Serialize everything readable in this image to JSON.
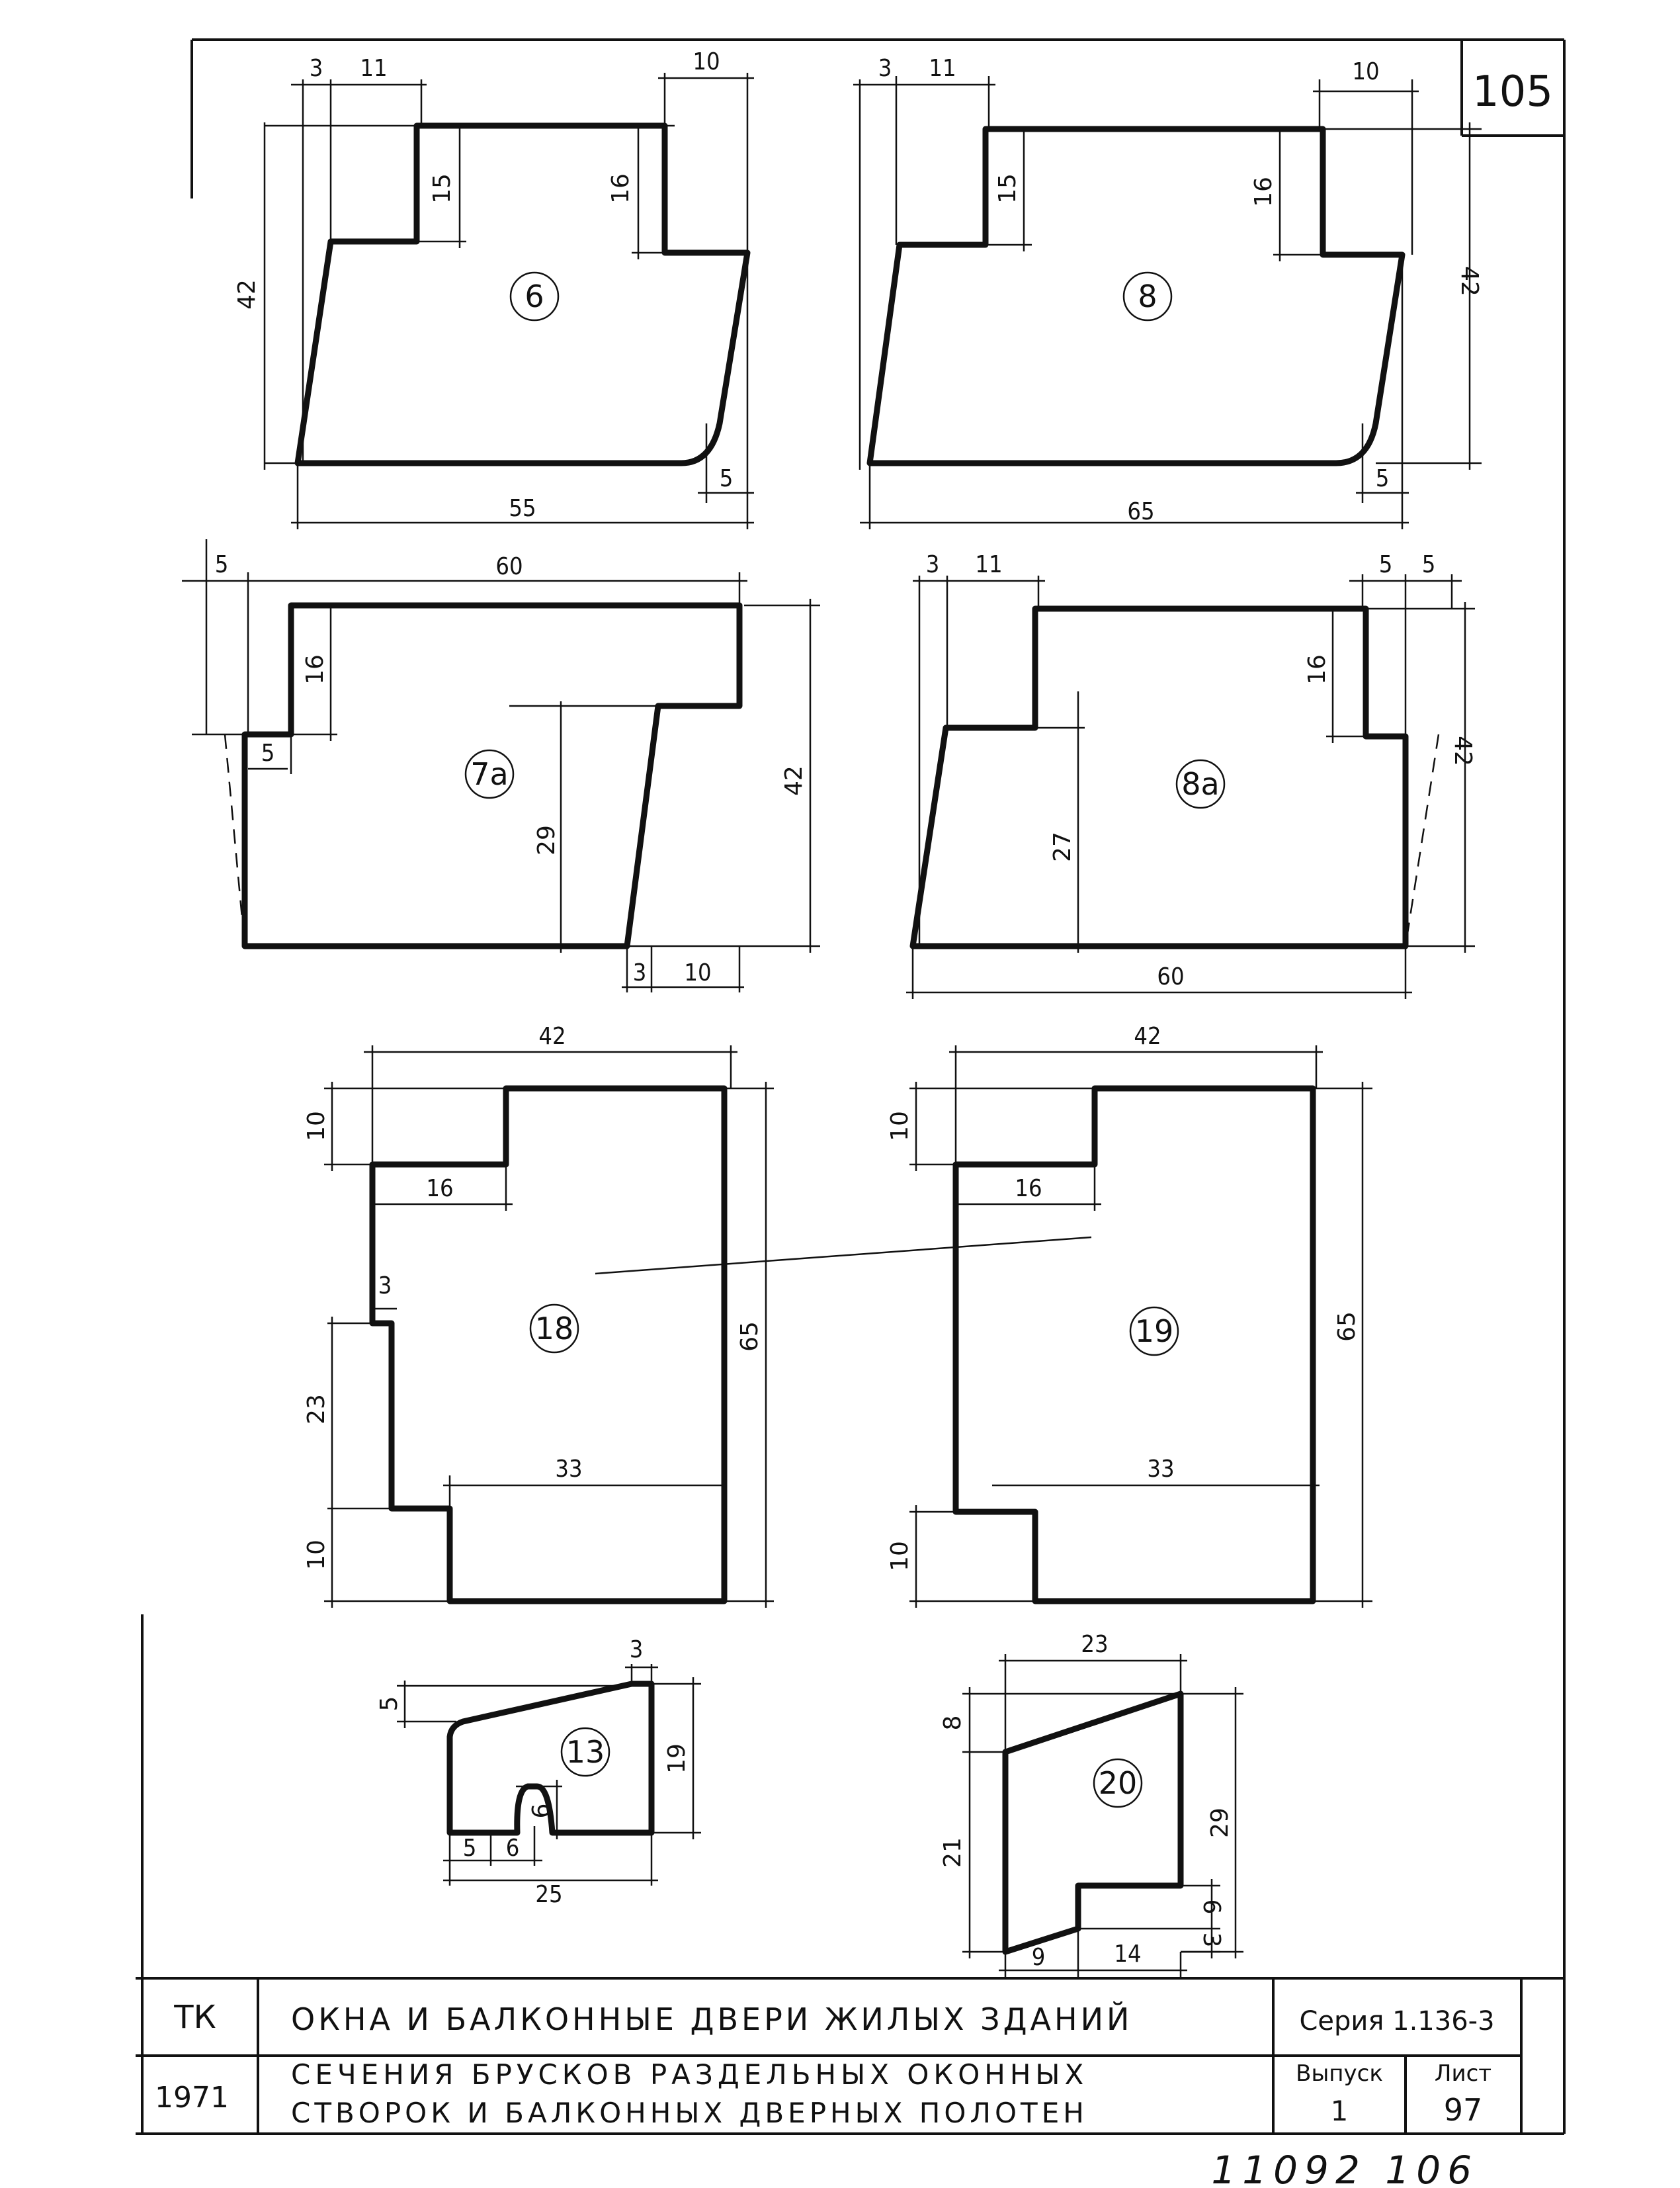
{
  "sheet_number": "105",
  "handwritten_footer": "11092 106",
  "title_block": {
    "org": "ТК",
    "year": "1971",
    "title": "ОКНА И БАЛКОННЫЕ ДВЕРИ ЖИЛЫХ ЗДАНИЙ",
    "subtitle_line1": "СЕЧЕНИЯ БРУСКОВ РАЗДЕЛЬНЫХ ОКОННЫХ",
    "subtitle_line2": "СТВОРОК И БАЛКОННЫХ ДВЕРНЫХ ПОЛОТЕН",
    "series": "Серия 1.136-3",
    "issue_label": "Выпуск",
    "issue": "1",
    "sheet_label": "Лист",
    "sheet": "97"
  },
  "sections": {
    "s6": {
      "label": "6",
      "dims": {
        "a": "3",
        "b": "11",
        "c": "10",
        "d": "15",
        "e": "16",
        "f": "42",
        "g": "5",
        "h": "55"
      }
    },
    "s8": {
      "label": "8",
      "dims": {
        "a": "3",
        "b": "11",
        "c": "10",
        "d": "15",
        "e": "16",
        "f": "42",
        "g": "5",
        "h": "65"
      }
    },
    "s7a": {
      "label": "7а",
      "dims": {
        "a": "5",
        "b": "60",
        "c": "16",
        "d": "5",
        "e": "29",
        "f": "42",
        "g": "3",
        "h": "10"
      }
    },
    "s8a": {
      "label": "8а",
      "dims": {
        "a": "3",
        "b": "11",
        "c": "5",
        "d": "5",
        "e": "16",
        "f": "27",
        "g": "42",
        "h": "60"
      }
    },
    "s18": {
      "label": "18",
      "dims": {
        "a": "42",
        "b": "10",
        "c": "16",
        "d": "3",
        "e": "23",
        "f": "65",
        "g": "33",
        "h": "10"
      }
    },
    "s19": {
      "label": "19",
      "dims": {
        "a": "42",
        "b": "10",
        "c": "16",
        "d": "65",
        "e": "33",
        "f": "10"
      }
    },
    "s13": {
      "label": "13",
      "dims": {
        "a": "3",
        "b": "5",
        "c": "19",
        "d": "6",
        "e": "5",
        "f": "6",
        "g": "25"
      }
    },
    "s20": {
      "label": "20",
      "dims": {
        "a": "23",
        "b": "8",
        "c": "29",
        "d": "21",
        "e": "6",
        "f": "3",
        "g": "9",
        "h": "14"
      }
    }
  }
}
